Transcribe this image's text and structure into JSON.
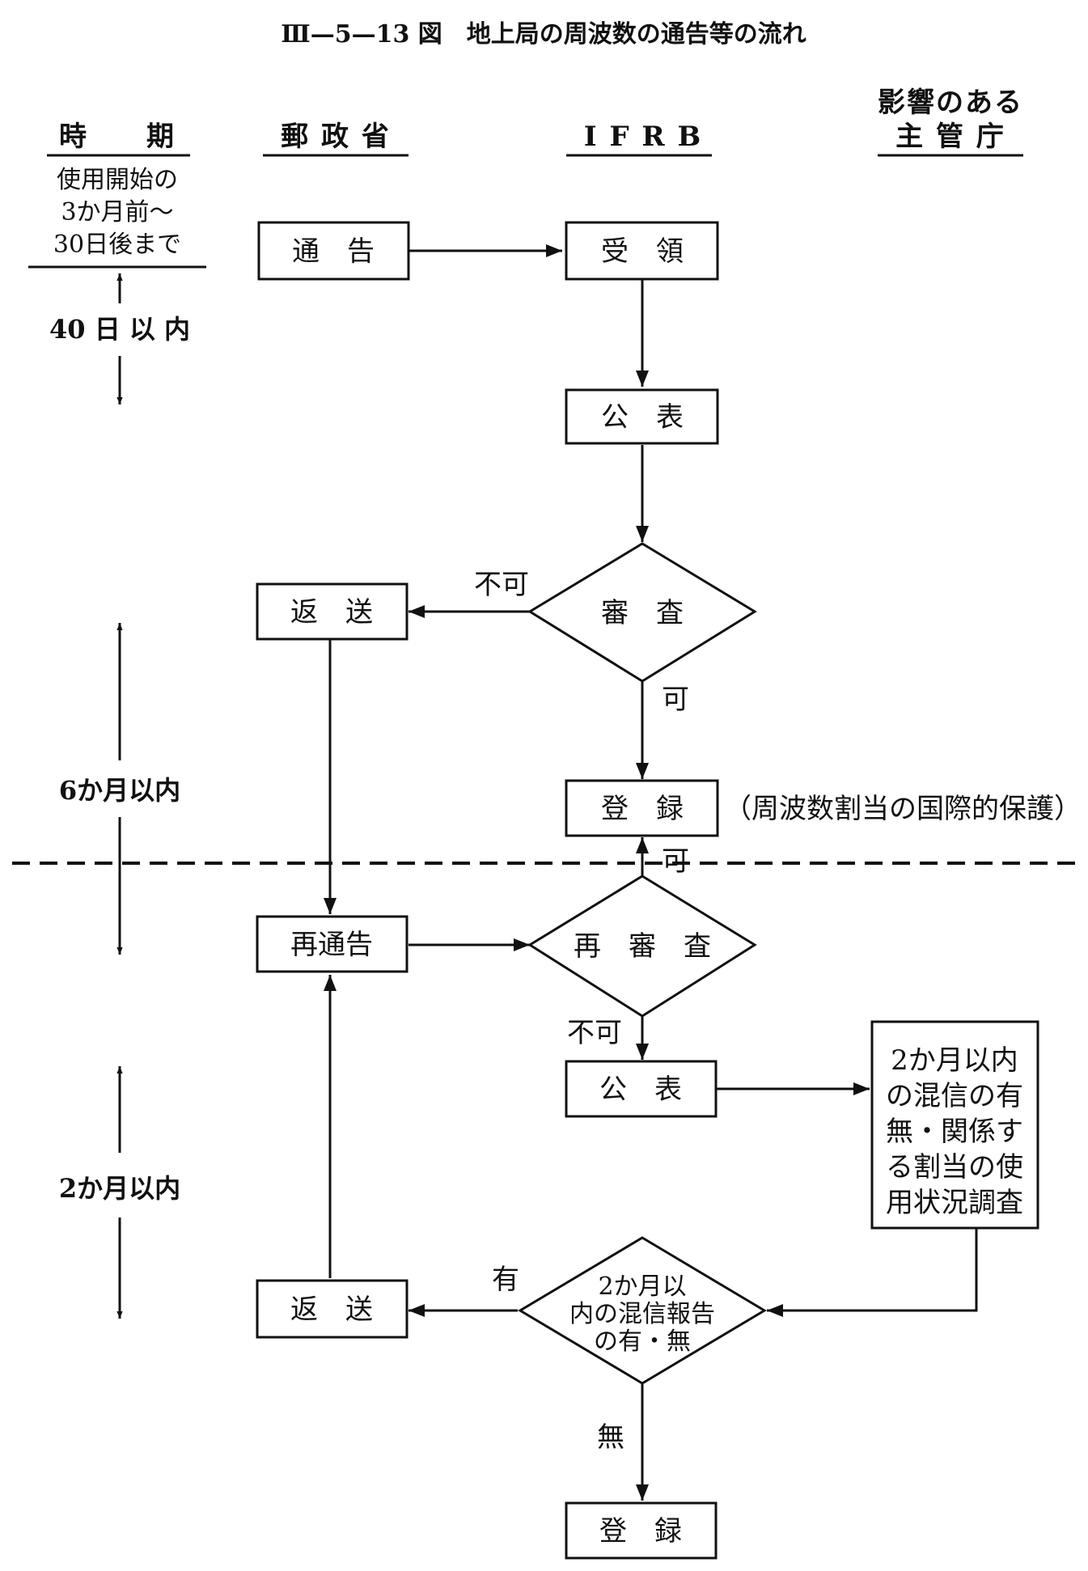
{
  "title": "Ⅲ—5—13 図　地上局の周波数の通告等の流れ",
  "columns": {
    "period": "時　　期",
    "ministry": "郵 政 省",
    "ifrb": "I F R B",
    "admin_line1": "影響のある",
    "admin_line2": "主 管 庁"
  },
  "period_note": [
    "使用開始の",
    "3か月前～",
    "30日後まで"
  ],
  "time_spans": {
    "within_40_days": "40 日 以 内",
    "within_6_months": "6か月以内",
    "within_2_months": "2か月以内"
  },
  "nodes": {
    "notify": "通　告",
    "receive": "受　領",
    "publish1": "公　表",
    "examine": "審　査",
    "return1": "返　送",
    "register1": "登　録",
    "register1_note": "（周波数割当の国際的保護）",
    "renotify": "再通告",
    "reexamine": "再　審　査",
    "publish2": "公　表",
    "survey": [
      "2か月以内",
      "の混信の有",
      "無・関係す",
      "る割当の使",
      "用状況調査"
    ],
    "interference_report": [
      "2か月以",
      "内の混信報告",
      "の有・無"
    ],
    "return2": "返　送",
    "register2": "登　録"
  },
  "edge_labels": {
    "not_ok_1": "不可",
    "ok_1": "可",
    "ok_2": "可",
    "not_ok_2": "不可",
    "yes": "有",
    "no": "無"
  }
}
